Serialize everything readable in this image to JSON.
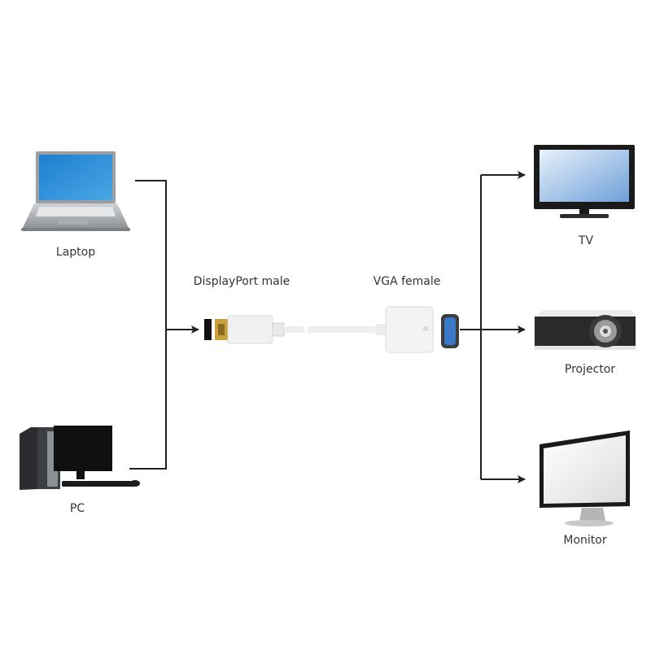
{
  "diagram": {
    "sources": [
      {
        "id": "laptop",
        "label": "Laptop"
      },
      {
        "id": "pc",
        "label": "PC"
      }
    ],
    "adapter": {
      "input_label": "DisplayPort male",
      "output_label": "VGA female"
    },
    "targets": [
      {
        "id": "tv",
        "label": "TV"
      },
      {
        "id": "projector",
        "label": "Projector"
      },
      {
        "id": "monitor",
        "label": "Monitor"
      }
    ],
    "colors": {
      "line": "#222222",
      "laptop_screen": "#2a8fd6",
      "vga_port": "#3a78c8",
      "dp_connector": "#c9a13a"
    }
  }
}
